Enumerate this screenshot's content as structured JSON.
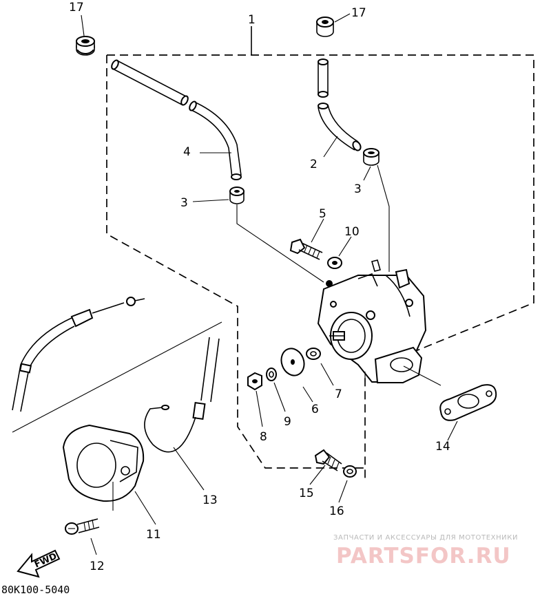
{
  "parts": [
    {
      "id": "p1",
      "ref": "1"
    },
    {
      "id": "p2",
      "ref": "2"
    },
    {
      "id": "p3a",
      "ref": "3"
    },
    {
      "id": "p3b",
      "ref": "3"
    },
    {
      "id": "p4",
      "ref": "4"
    },
    {
      "id": "p5",
      "ref": "5"
    },
    {
      "id": "p6",
      "ref": "6"
    },
    {
      "id": "p7",
      "ref": "7"
    },
    {
      "id": "p8",
      "ref": "8"
    },
    {
      "id": "p9",
      "ref": "9"
    },
    {
      "id": "p10",
      "ref": "10"
    },
    {
      "id": "p11",
      "ref": "11"
    },
    {
      "id": "p12",
      "ref": "12"
    },
    {
      "id": "p13",
      "ref": "13"
    },
    {
      "id": "p14",
      "ref": "14"
    },
    {
      "id": "p15",
      "ref": "15"
    },
    {
      "id": "p16",
      "ref": "16"
    },
    {
      "id": "p17a",
      "ref": "17"
    },
    {
      "id": "p17b",
      "ref": "17"
    }
  ],
  "direction_badge": "FWD",
  "diagram_code": "80K100-5040",
  "watermark": {
    "tagline": "ЗАПЧАСТИ И АКСЕССУАРЫ ДЛЯ МОТОТЕХНИКИ",
    "brand": "PARTSFOR.RU",
    "color": "#f3c6c6"
  }
}
